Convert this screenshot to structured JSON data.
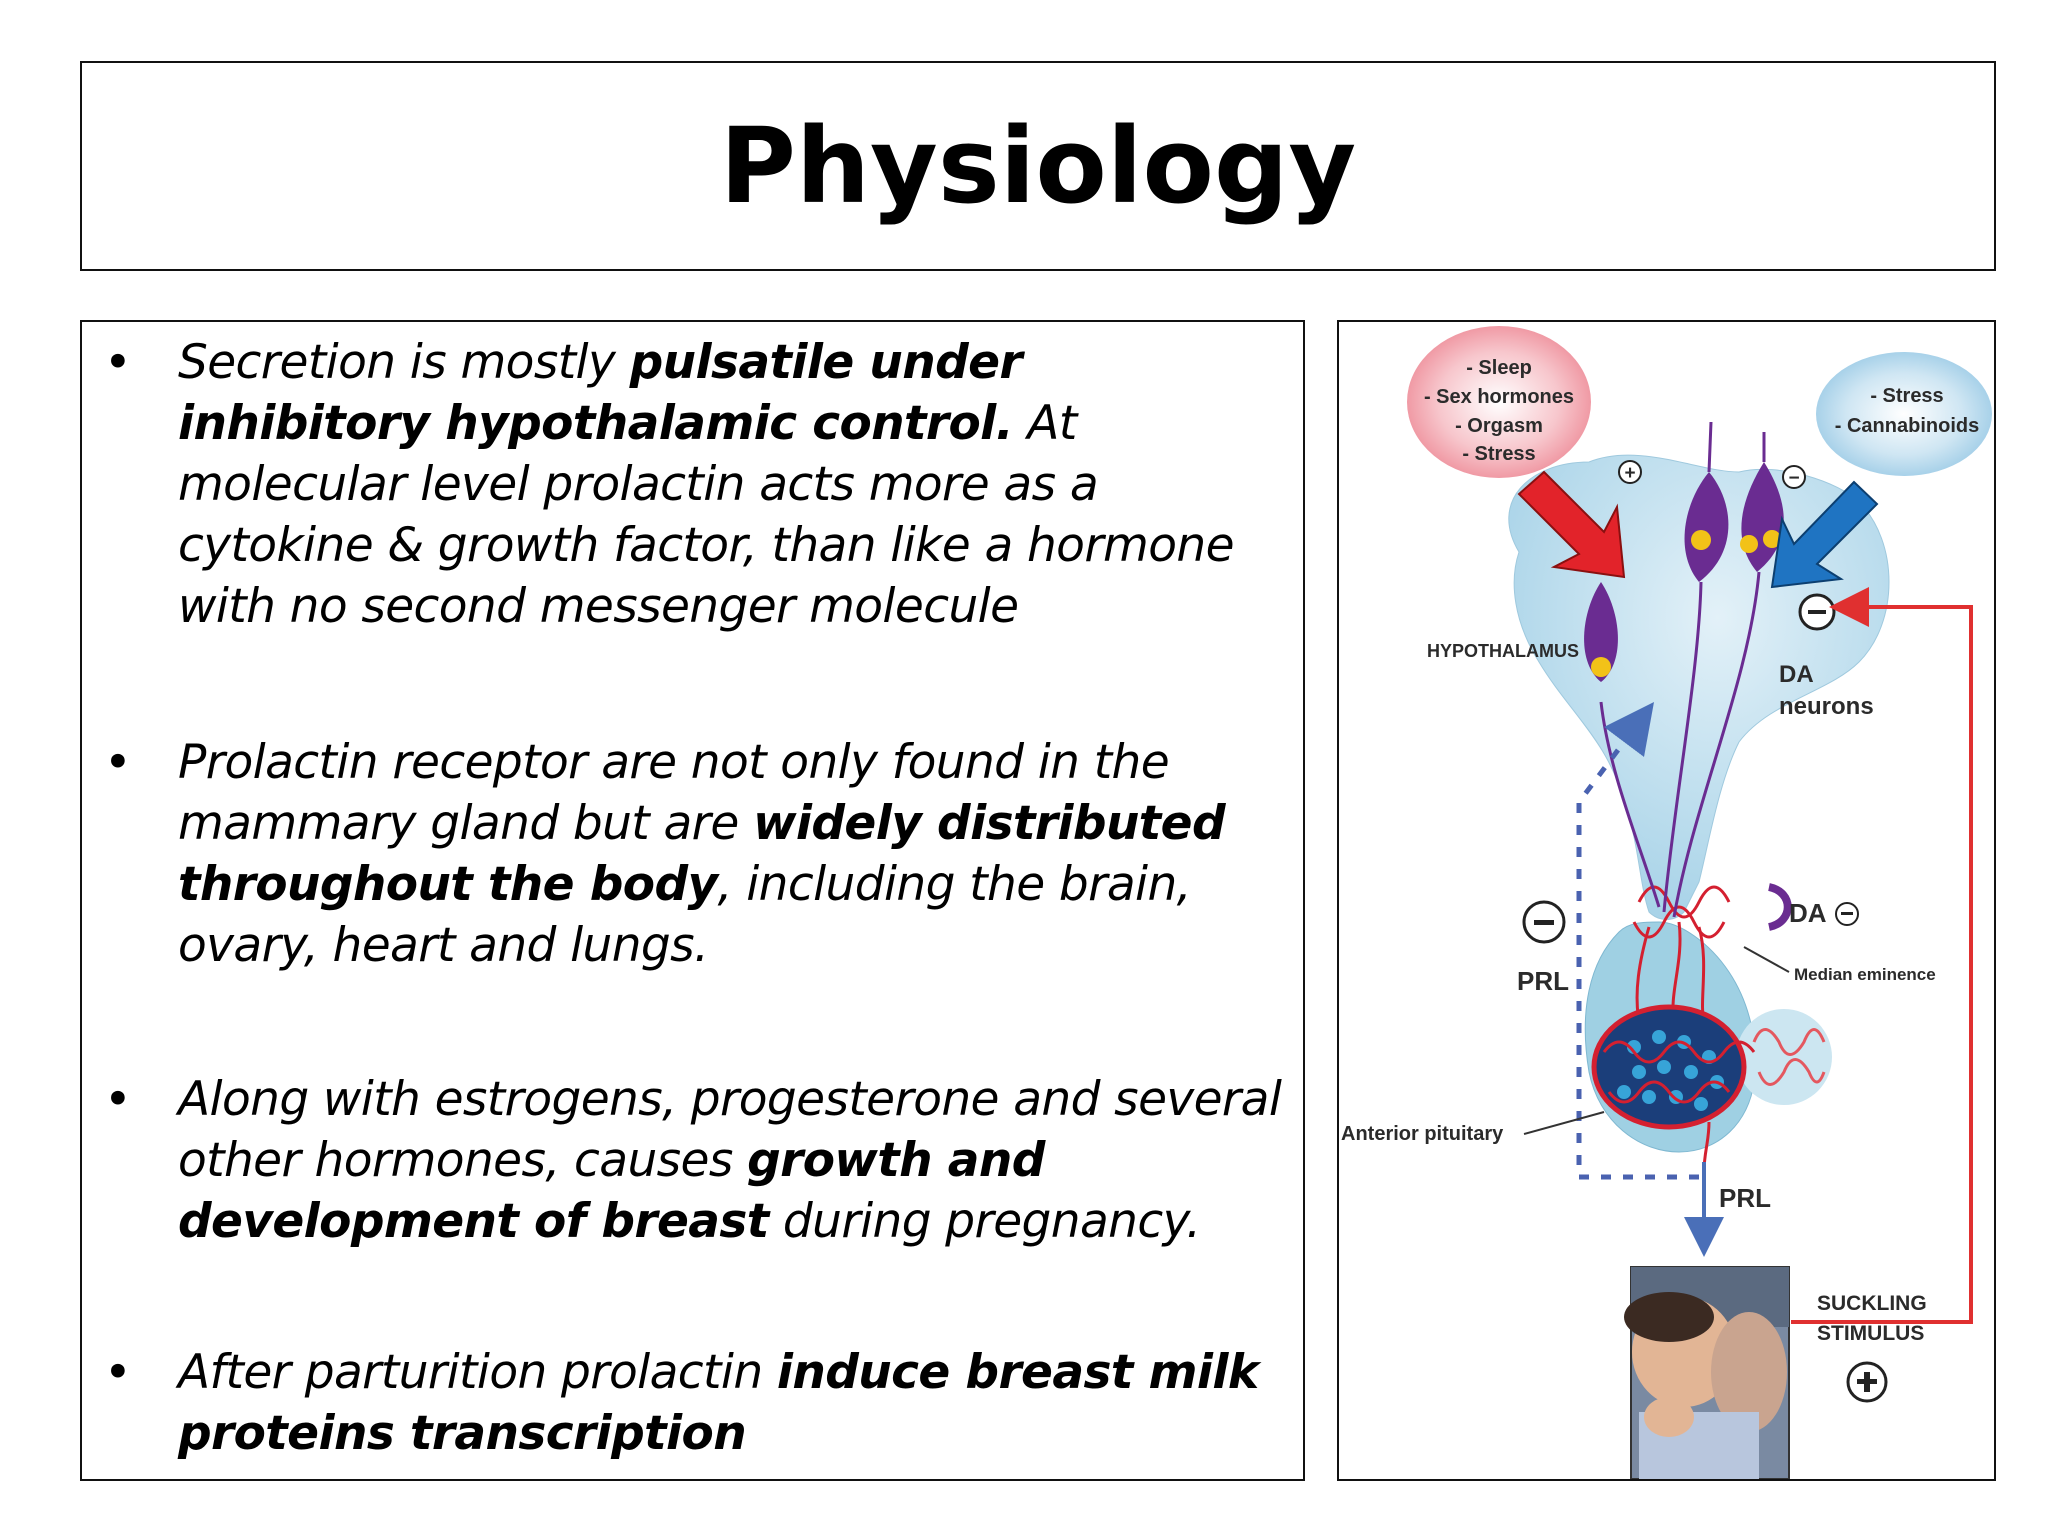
{
  "title": "Physiology",
  "bullets": [
    {
      "t1": "Secretion is mostly ",
      "b1": "pulsatile under inhibitory hypothalamic control.",
      "t2": " At molecular level prolactin acts more as a cytokine & growth factor, than like a hormone with no second messenger molecule",
      "b2": "",
      "t3": ""
    },
    {
      "t1": "Prolactin receptor are not only found in the mammary gland but are ",
      "b1": "widely distributed throughout the body",
      "t2": ", including the brain, ovary, heart and lungs.",
      "b2": "",
      "t3": ""
    },
    {
      "t1": "Along with estrogens, progesterone and several other hormones, causes ",
      "b1": "growth and development of breast",
      "t2": " during pregnancy.",
      "b2": "",
      "t3": ""
    },
    {
      "t1": "After parturition prolactin ",
      "b1": "induce breast milk proteins transcription",
      "t2": "",
      "b2": "",
      "t3": ""
    }
  ],
  "diagram": {
    "stimulators": [
      "- Sleep",
      "- Sex hormones",
      "- Orgasm",
      "- Stress"
    ],
    "inhibitors": [
      "- Stress",
      "- Cannabinoids"
    ],
    "plus_sign": "+",
    "minus_sign": "−",
    "hypothalamus_label": "HYPOTHALAMUS",
    "da_neurons_label_1": "DA",
    "da_neurons_label_2": "neurons",
    "da_label": "DA",
    "median_eminence_label": "Median eminence",
    "prl_feedback_label": "PRL",
    "anterior_pituitary_label": "Anterior pituitary",
    "prl_output_label": "PRL",
    "suckling_label_1": "SUCKLING",
    "suckling_label_2": "STIMULUS",
    "colors": {
      "hypothalamus_fill": "#bfe0ef",
      "neuron_purple": "#6a2c91",
      "neuron_nucleus": "#f2c218",
      "red_arrow": "#e2232a",
      "blue_arrow": "#1f74c2",
      "feedback_dashed": "#4a62b0",
      "suckling_line": "#e03030"
    }
  }
}
